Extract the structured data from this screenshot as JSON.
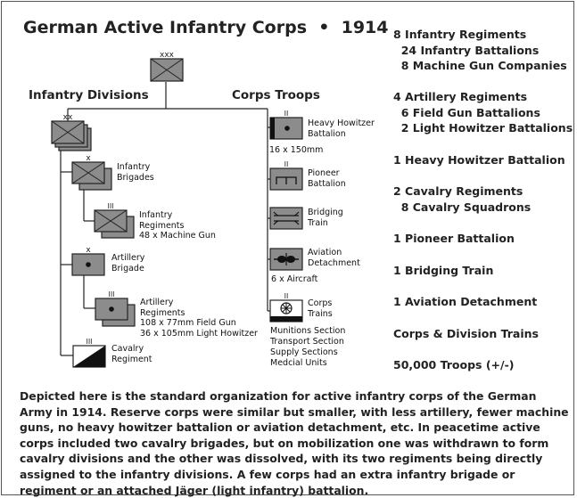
{
  "title": "German Active Infantry Corps  •  1914",
  "headers": {
    "divisions": "Infantry Divisions",
    "troops": "Corps Troops"
  },
  "units": {
    "corps_marker": "xxx",
    "division_marker": "xx",
    "brigade_marker": "x",
    "regiment_marker": "III",
    "battalion_marker": "II",
    "infantry_brigades": [
      "Infantry",
      "Brigades"
    ],
    "infantry_regiments": [
      "Infantry",
      "Regiments"
    ],
    "machine_gun_note": "48 x Machine Gun",
    "artillery_brigade": [
      "Artillery",
      "Brigade"
    ],
    "artillery_regiments": [
      "Artillery",
      "Regiments"
    ],
    "field_gun_note": "108 x 77mm Field Gun",
    "howitzer_note": "36 x 105mm Light Howitzer",
    "cavalry_regiment": [
      "Cavalry",
      "Regiment"
    ],
    "heavy_howitzer": [
      "Heavy Howitzer",
      "Battalion"
    ],
    "heavy_howitzer_note": "16 x 150mm",
    "pioneer": [
      "Pioneer",
      "Battalion"
    ],
    "bridging": [
      "Bridging",
      "Train"
    ],
    "aviation": [
      "Aviation",
      "Detachment"
    ],
    "aviation_note": "6 x Aircraft",
    "trains": [
      "Corps",
      "Trains"
    ],
    "trains_sections": [
      "Munitions Section",
      "Transport Section",
      "Supply Sections",
      "Medcial Units"
    ]
  },
  "summary": [
    [
      "8 Infantry Regiments",
      "  24 Infantry Battalions",
      "  8 Machine Gun Companies"
    ],
    [
      "4 Artillery Regiments",
      "  6 Field Gun Battalions",
      "  2 Light Howitzer Battalions"
    ],
    [
      "1 Heavy Howitzer Battalion"
    ],
    [
      "2 Cavalry Regiments",
      "  8 Cavalry Squadrons"
    ],
    [
      "1 Pioneer Battalion"
    ],
    [
      "1 Bridging Train"
    ],
    [
      "1 Aviation Detachment"
    ],
    [
      "Corps & Division Trains"
    ],
    [
      "50,000 Troops (+/-)"
    ]
  ],
  "description": "Depicted here is the standard organization for active infantry corps of the German Army in 1914. Reserve corps were similar but smaller, with less artillery, fewer machine guns, no heavy howitzer battalion or aviation detachment, etc. In peacetime active corps included two cavalry brigades, but on mobilization one was withdrawn to form cavalry divisions and the other was dissolved, with its two regiments being directly assigned to the infantry divisions. A few corps had an extra infantry brigade or regiment or an attached Jäger (light infantry) battalion."
}
